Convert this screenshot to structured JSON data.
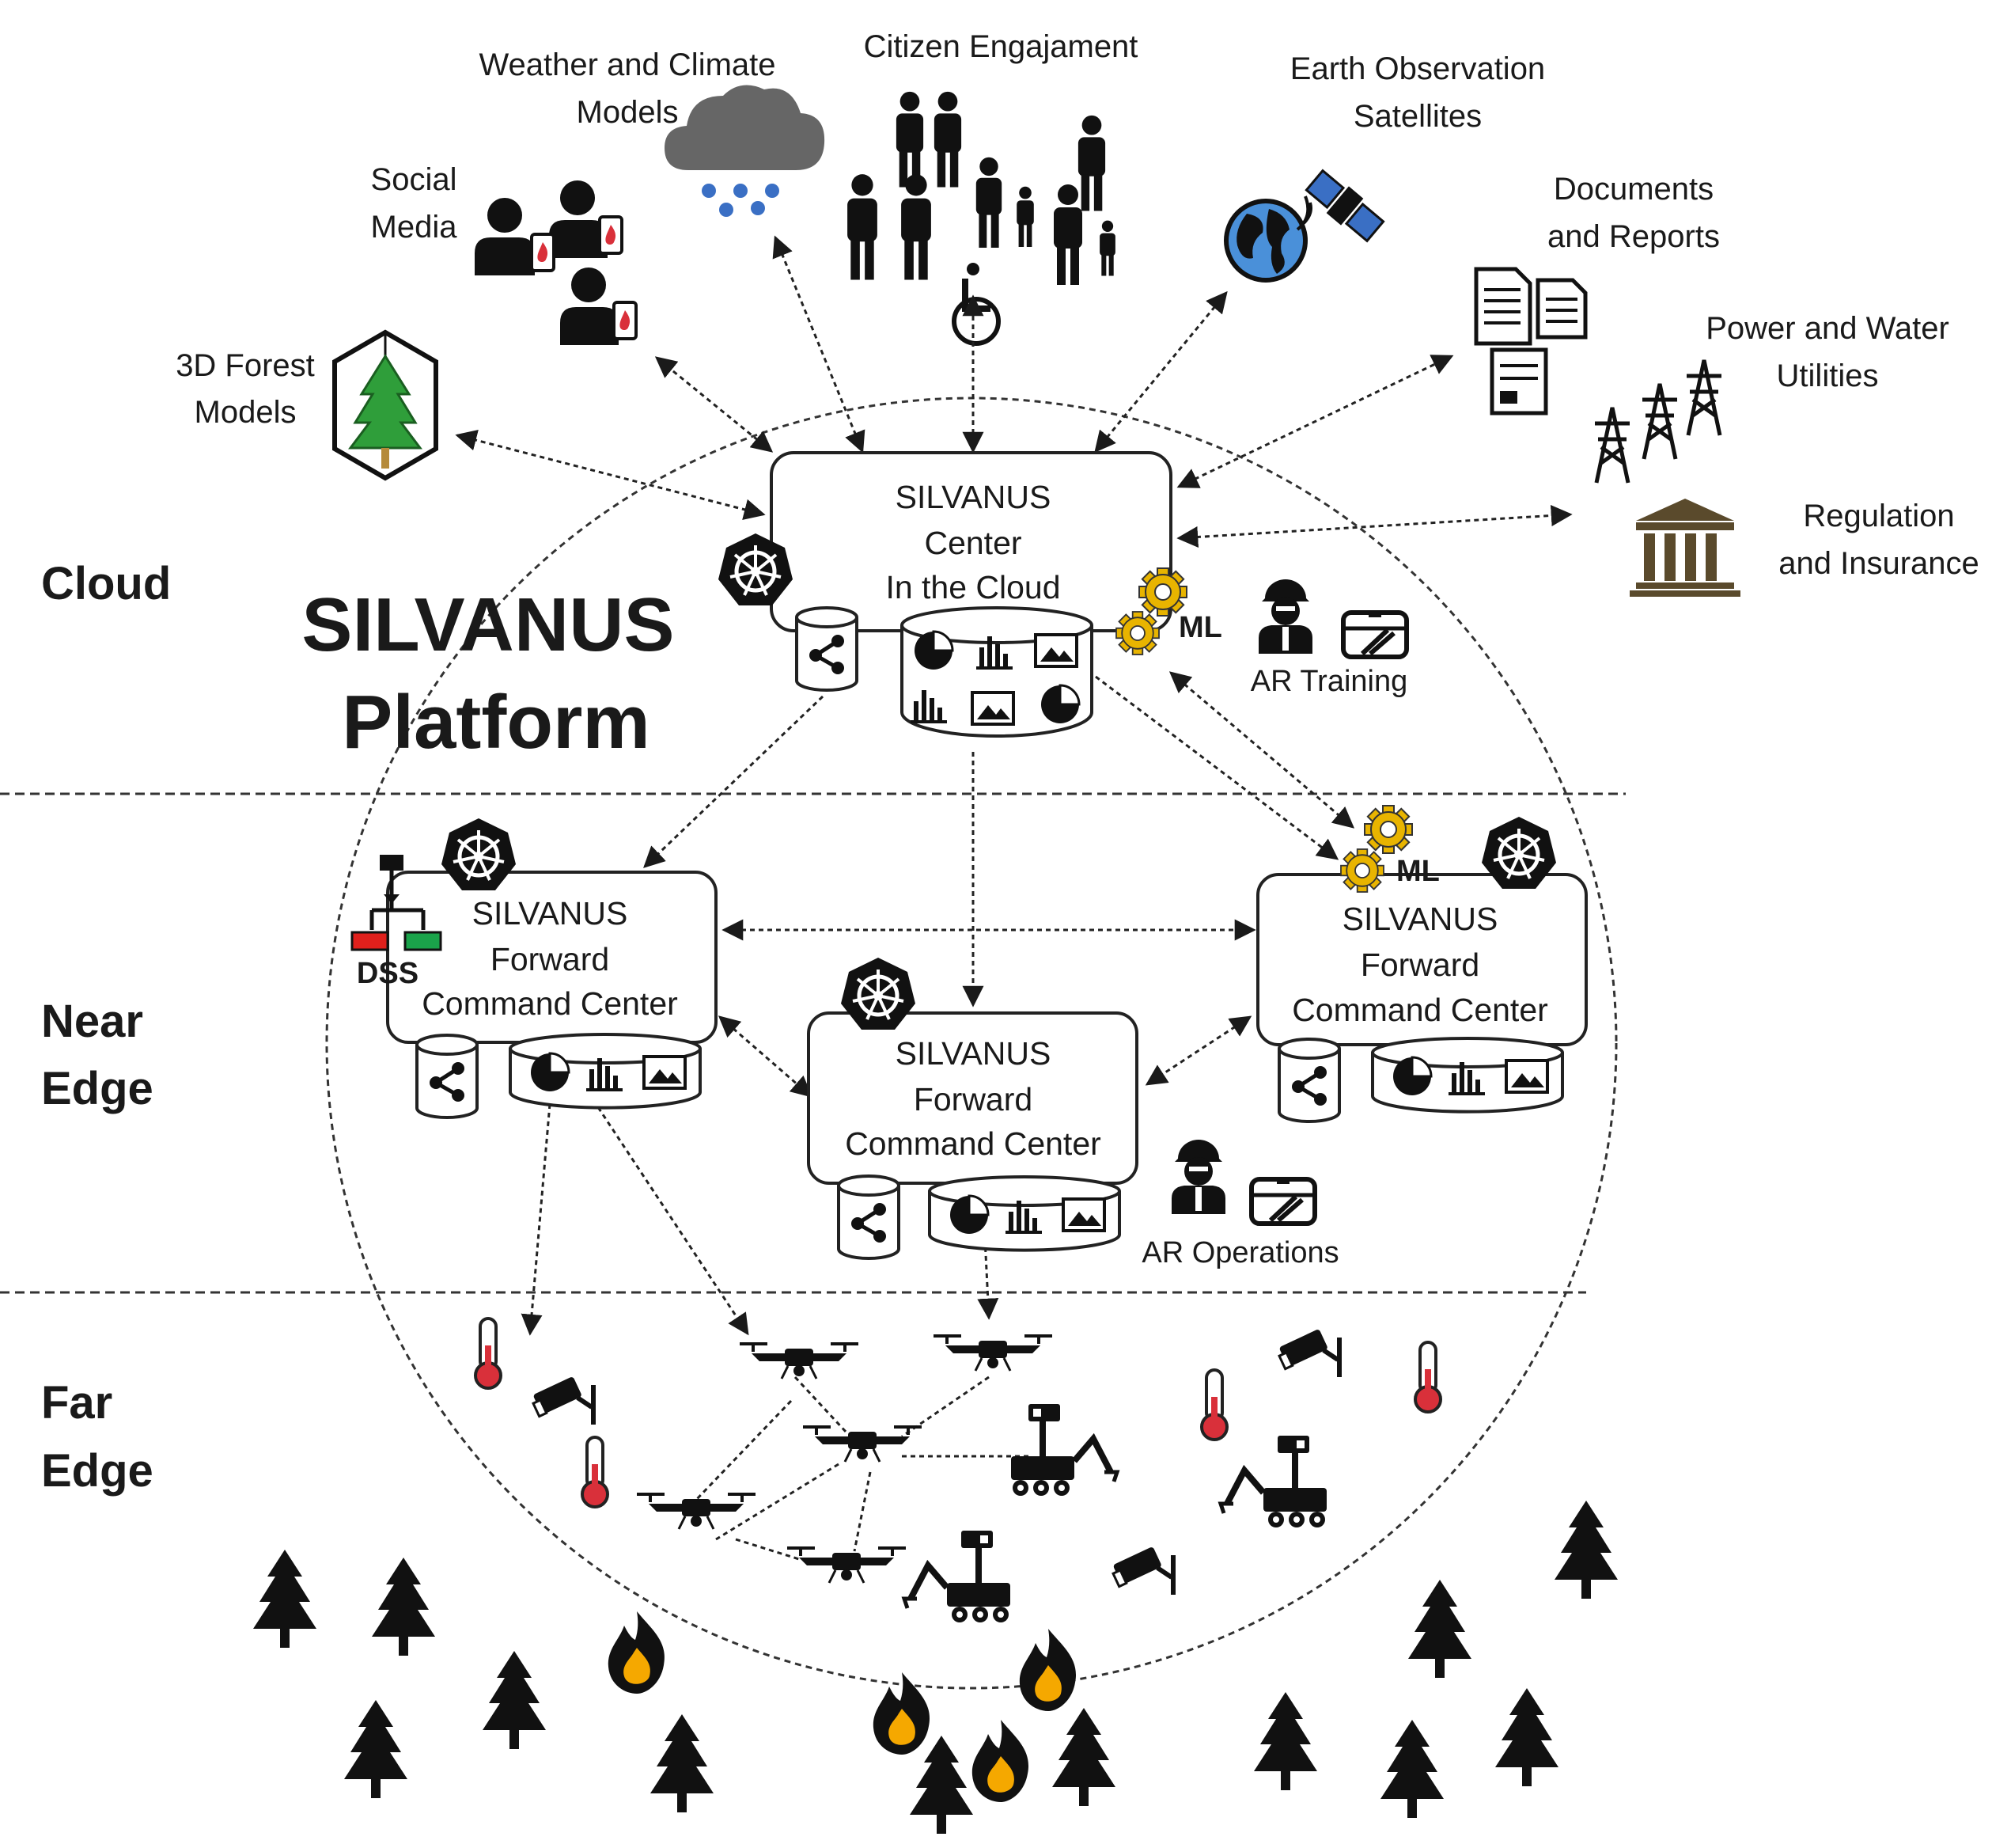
{
  "title": {
    "line1": "SILVANUS",
    "line2": "Platform"
  },
  "tiers": {
    "cloud": "Cloud",
    "near_edge": [
      "Near",
      "Edge"
    ],
    "far_edge": [
      "Far",
      "Edge"
    ]
  },
  "sources": {
    "forest_3d": [
      "3D Forest",
      "Models"
    ],
    "social": [
      "Social",
      "Media"
    ],
    "weather": [
      "Weather and Climate",
      "Models"
    ],
    "citizen": [
      "Citizen Engajament"
    ],
    "eo": [
      "Earth Observation",
      "Satellites"
    ],
    "docs": [
      "Documents",
      "and Reports"
    ],
    "utilities": [
      "Power and Water",
      "Utilities"
    ],
    "regulation": [
      "Regulation",
      "and Insurance"
    ]
  },
  "centers": {
    "cloud": [
      "SILVANUS",
      "Center",
      "In the Cloud"
    ],
    "fcc_left": [
      "SILVANUS",
      "Forward",
      "Command Center"
    ],
    "fcc_mid": [
      "SILVANUS",
      "Forward",
      "Command Center"
    ],
    "fcc_right": [
      "SILVANUS",
      "Forward",
      "Command Center"
    ]
  },
  "tags": {
    "ml_cloud": "ML",
    "ml_edge": "ML",
    "dss": "DSS",
    "ar_training": "AR Training",
    "ar_operations": "AR Operations"
  },
  "colors": {
    "gear": "#e8b400",
    "globe": "#4a90d9",
    "rain": "#3a6fc4",
    "cloud_icon": "#666666",
    "fire": "#f5a800",
    "thermo": "#d9303a",
    "dss_red": "#e0201c",
    "dss_green": "#1aa34a",
    "forest_model": "#2f9e3a"
  },
  "icons": [
    "3d-forest-icon",
    "social-media-icon",
    "rain-cloud-icon",
    "citizen-icon",
    "satellite-icon",
    "documents-icon",
    "pylon-icon",
    "courthouse-icon",
    "kubernetes-icon",
    "gear-icon",
    "database-icon",
    "analytics-icon",
    "worker-icon",
    "vr-headset-icon",
    "drone-icon",
    "rover-icon",
    "camera-icon",
    "thermometer-icon",
    "tree-icon",
    "fire-icon",
    "dss-tree-icon"
  ]
}
